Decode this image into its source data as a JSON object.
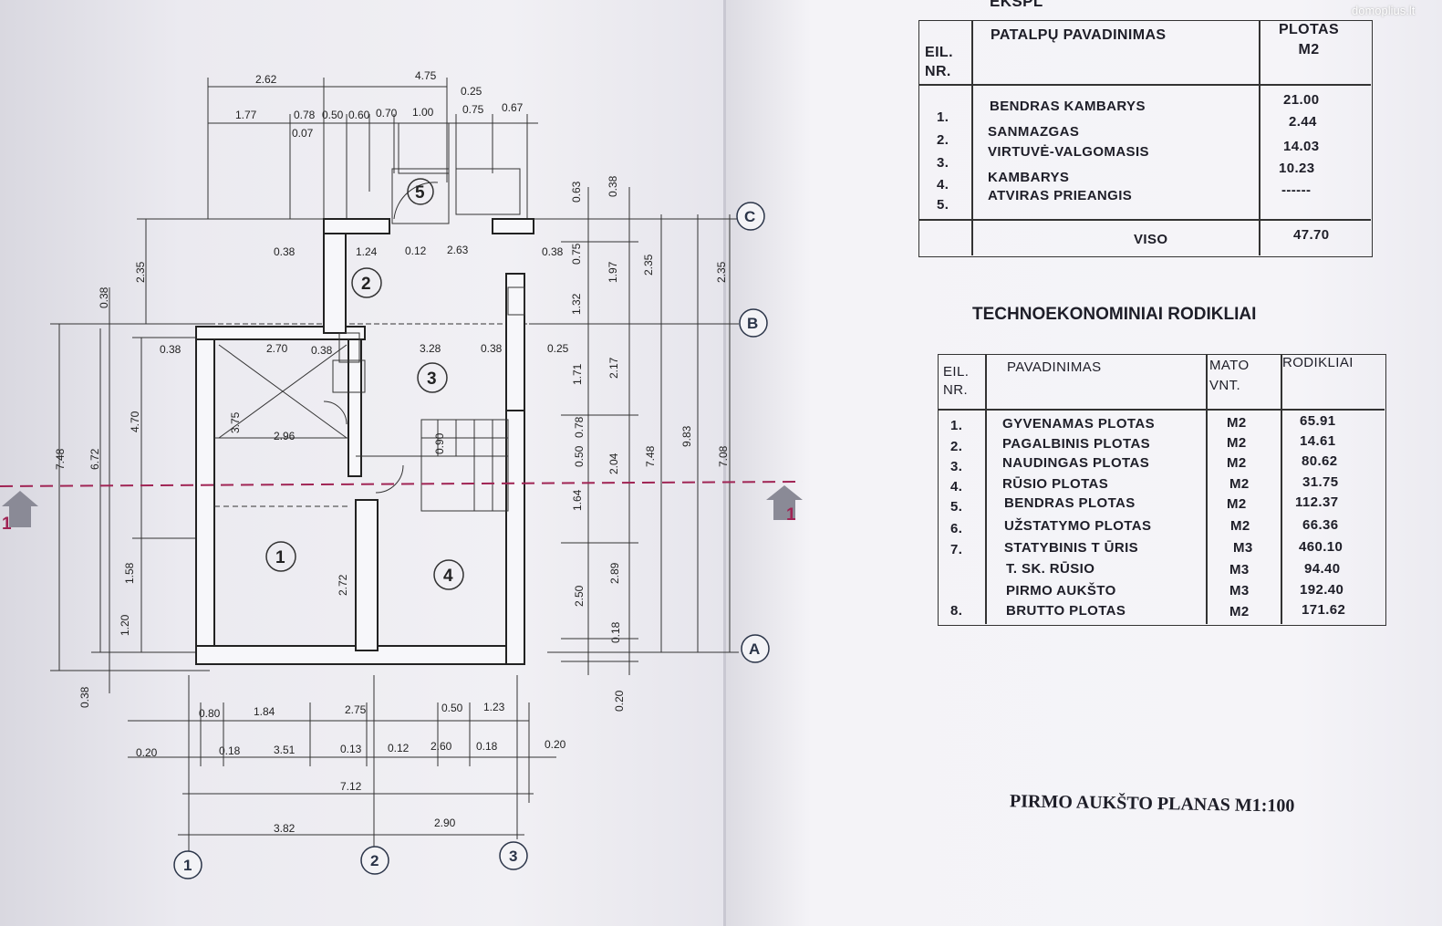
{
  "watermark": "domoplius.lt",
  "room_table": {
    "partial_title": "EKSPL",
    "headers": {
      "no": "EIL. NR.",
      "name": "PATALPŲ PAVADINIMAS",
      "area": "PLOTAS M2"
    },
    "rows": [
      {
        "no": "1.",
        "name": "BENDRAS KAMBARYS",
        "area": "21.00"
      },
      {
        "no": "2.",
        "name": "SANMAZGAS",
        "area": "2.44"
      },
      {
        "no": "3.",
        "name": "VIRTUVĖ-VALGOMASIS",
        "area": "14.03"
      },
      {
        "no": "4.",
        "name": "KAMBARYS",
        "area": "10.23"
      },
      {
        "no": "5.",
        "name": "ATVIRAS PRIEANGIS",
        "area": "------"
      }
    ],
    "total_label": "VISO",
    "total_value": "47.70"
  },
  "indicators": {
    "title": "TECHNOEKONOMINIAI RODIKLIAI",
    "headers": {
      "no": "EIL. NR.",
      "name": "PAVADINIMAS",
      "unit": "MATO VNT.",
      "value": "RODIKLIAI"
    },
    "rows": [
      {
        "no": "1.",
        "name": "GYVENAMAS PLOTAS",
        "unit": "M2",
        "value": "65.91"
      },
      {
        "no": "2.",
        "name": "PAGALBINIS PLOTAS",
        "unit": "M2",
        "value": "14.61"
      },
      {
        "no": "3.",
        "name": "NAUDINGAS PLOTAS",
        "unit": "M2",
        "value": "80.62"
      },
      {
        "no": "4.",
        "name": "RŪSIO PLOTAS",
        "unit": "M2",
        "value": "31.75"
      },
      {
        "no": "5.",
        "name": "BENDRAS  PLOTAS",
        "unit": "M2",
        "value": "112.37"
      },
      {
        "no": "6.",
        "name": "UŽSTATYMO PLOTAS",
        "unit": "M2",
        "value": "66.36"
      },
      {
        "no": "7.",
        "name": "STATYBINIS T ŪRIS",
        "unit": "M3",
        "value": "460.10"
      },
      {
        "no": "",
        "name": "T. SK. RŪSIO",
        "unit": "M3",
        "value": "94.40"
      },
      {
        "no": "",
        "name": "PIRMO AUKŠTO",
        "unit": "M3",
        "value": "192.40"
      },
      {
        "no": "8.",
        "name": "BRUTTO PLOTAS",
        "unit": "M2",
        "value": "171.62"
      }
    ]
  },
  "plan_title": "PIRMO AUKŠTO PLANAS  M1:100",
  "plan": {
    "room_numbers": [
      "1",
      "2",
      "3",
      "4",
      "5"
    ],
    "axis_letters": [
      "A",
      "B",
      "C"
    ],
    "axis_numbers": [
      "1",
      "2",
      "3"
    ],
    "section_marks": [
      "1",
      "1"
    ],
    "dims_top": [
      "2.62",
      "4.75",
      "0.25",
      "1.77",
      "0.78",
      "0.50",
      "0.60",
      "0.70",
      "1.00",
      "0.75",
      "0.67",
      "0.07"
    ],
    "dims_inner": [
      "0.38",
      "1.24",
      "0.12",
      "2.63",
      "0.38",
      "0.38",
      "2.70",
      "0.38",
      "3.28",
      "0.38",
      "0.25",
      "2.96",
      "3.75",
      "2.72",
      "0.90",
      "0.50",
      "0.78"
    ],
    "dims_left": [
      "0.38",
      "2.35",
      "7.48",
      "6.72",
      "4.70",
      "1.58",
      "1.20",
      "0.38"
    ],
    "dims_right": [
      "0.63",
      "0.38",
      "0.75",
      "1.97",
      "2.35",
      "2.35",
      "1.32",
      "1.71",
      "2.17",
      "9.83",
      "7.08",
      "7.48",
      "2.04",
      "1.64",
      "2.50",
      "2.89",
      "0.18",
      "0.20"
    ],
    "dims_bottom": [
      "0.80",
      "1.84",
      "2.75",
      "0.50",
      "1.23",
      "0.20",
      "0.18",
      "3.51",
      "0.13",
      "0.12",
      "2.60",
      "0.18",
      "0.20",
      "7.12",
      "3.82",
      "2.90"
    ]
  }
}
